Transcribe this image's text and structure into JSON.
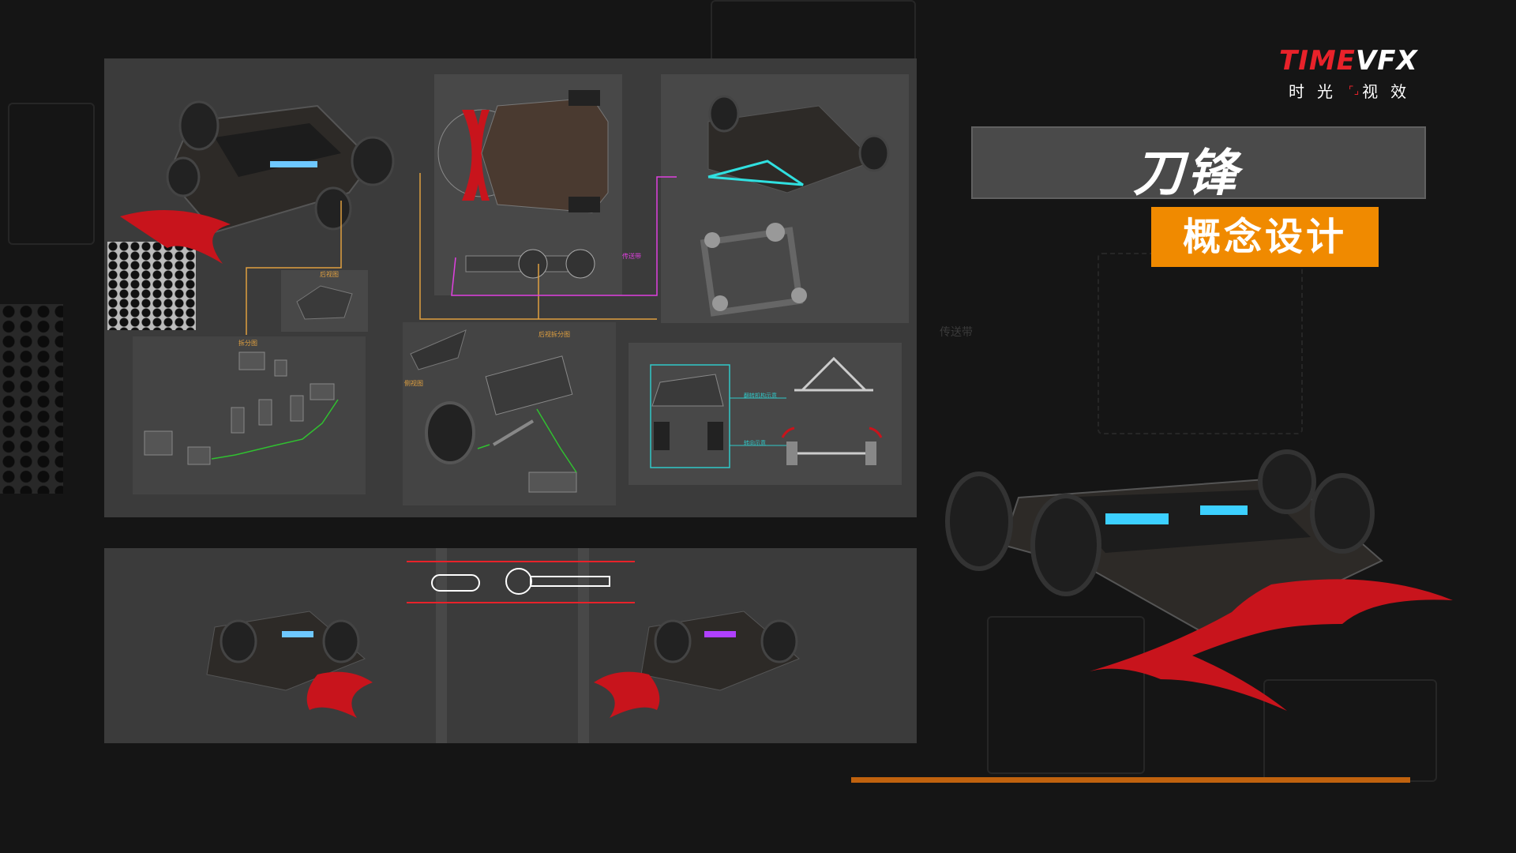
{
  "brand": {
    "logo_top_time": "TIME",
    "logo_top_vfx": "VFX",
    "logo_sub_left": "时光",
    "logo_sub_right": "视效",
    "accent_red": "#e8222a"
  },
  "title": {
    "main": "刀锋",
    "sub": "概念设计",
    "sub_bg_color": "#f08a00"
  },
  "labels": {
    "rear_view": "后视图",
    "exploded_view": "拆分图",
    "side_view": "侧视图",
    "rear_exploded_view": "后视拆分图",
    "conveyor_belt": "传送带",
    "bg_conveyor_belt": "传送带"
  },
  "diagram_labels": {
    "cyan_top": "翻转机构示意",
    "cyan_bottom": "转向示意"
  },
  "colors": {
    "blade_red": "#c8141c",
    "panel_bg": "#3b3b3b",
    "accent_orange_line": "#c0620e",
    "guide_yellow": "#e0a040",
    "guide_magenta": "#e040e0",
    "guide_cyan": "#30c8c8",
    "guide_green": "#30c030"
  }
}
